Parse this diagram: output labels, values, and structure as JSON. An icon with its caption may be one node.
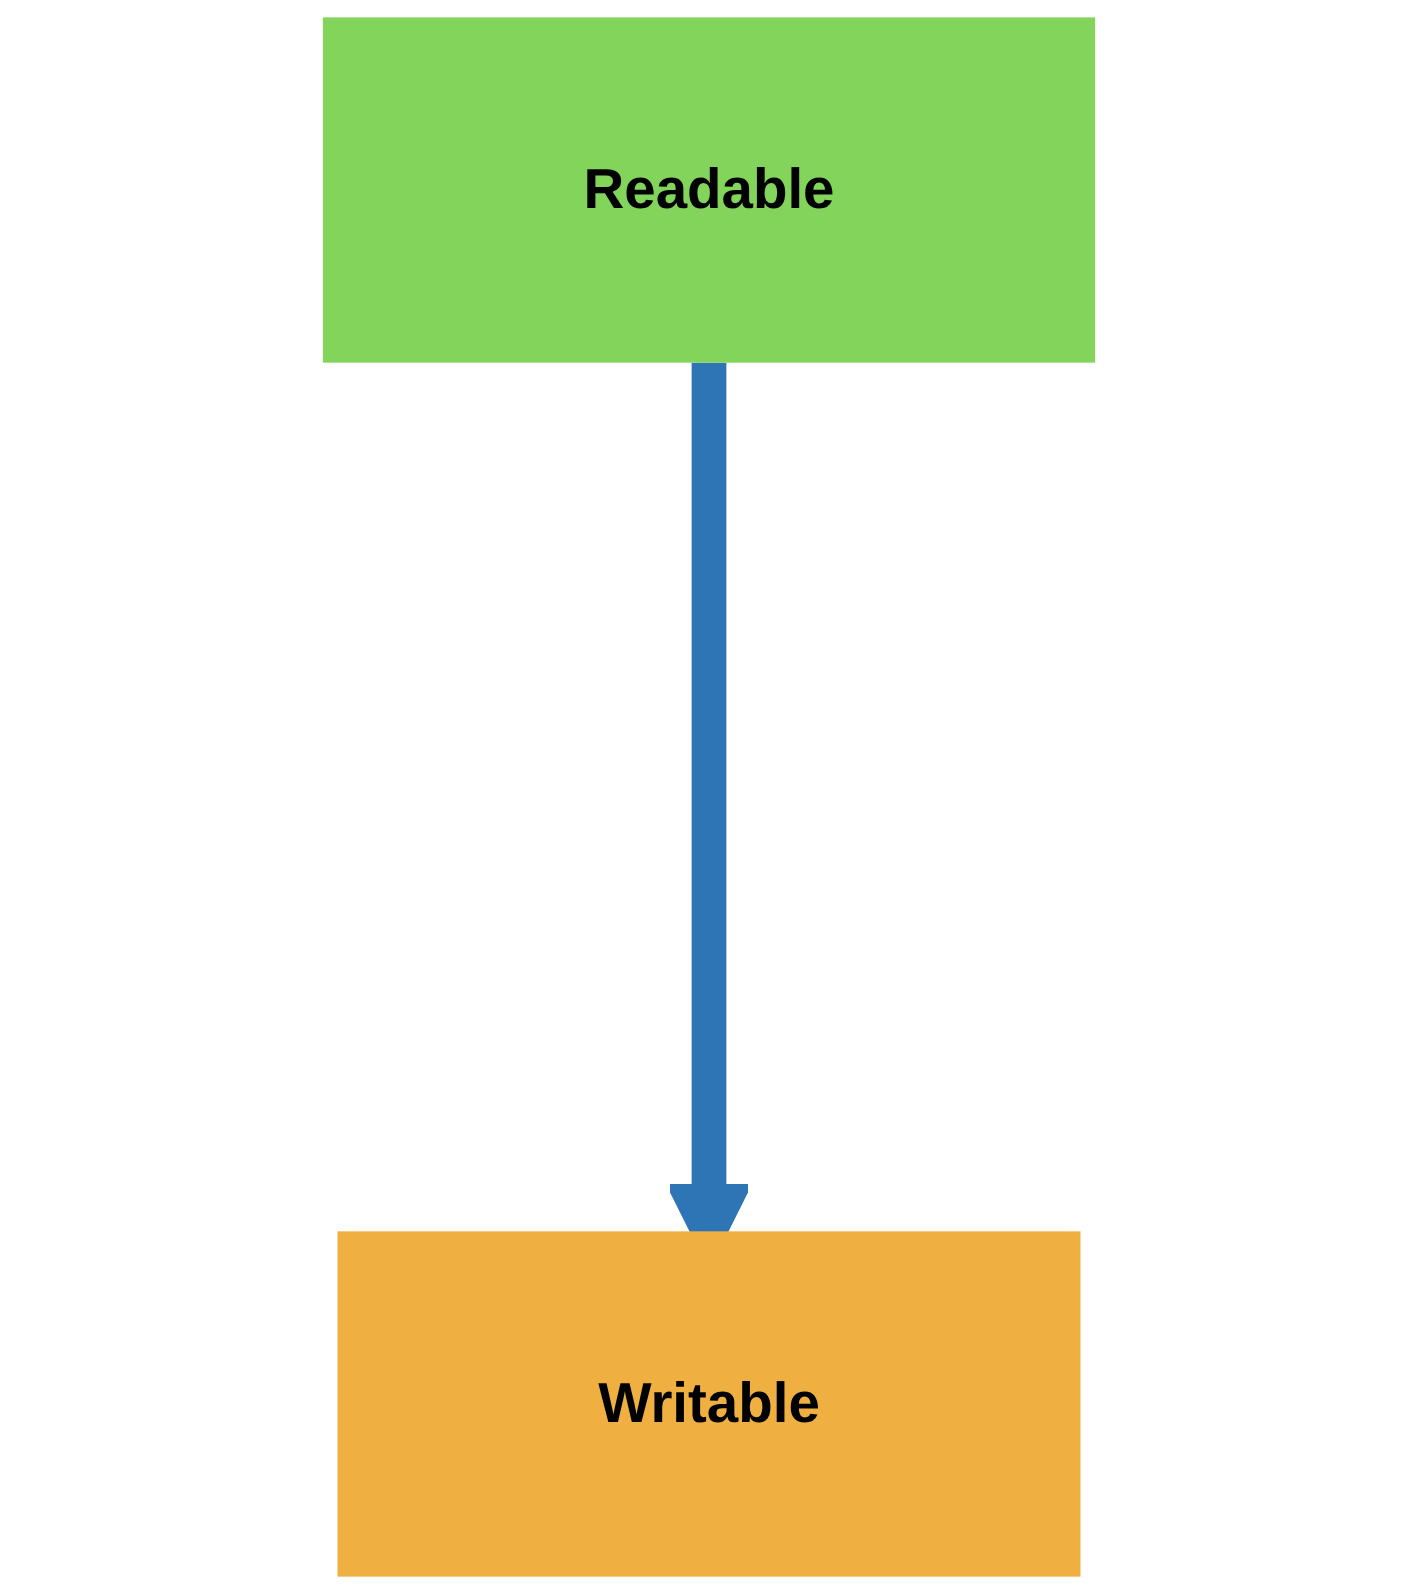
{
  "diagram": {
    "nodes": [
      {
        "text": [
          "Readable"
        ]
      },
      {
        "text": [
          "Writable"
        ]
      }
    ],
    "edges": [
      {
        "from": 0,
        "to": 1,
        "arrow": "to"
      }
    ]
  }
}
